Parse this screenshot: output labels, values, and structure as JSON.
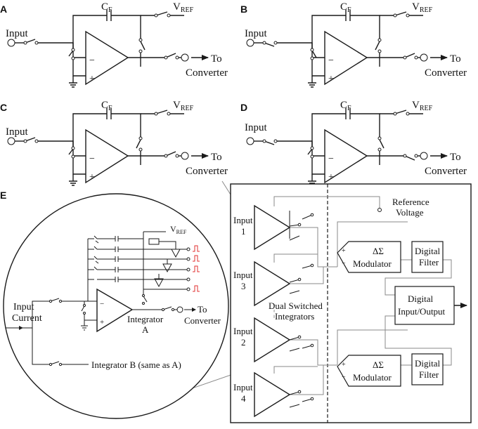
{
  "panels": [
    {
      "id": "A",
      "input": "Input",
      "cf": "C",
      "cf_sub": "F",
      "vref": "V",
      "vref_sub": "REF",
      "to": "To",
      "converter": "Converter"
    },
    {
      "id": "B",
      "input": "Input",
      "cf": "C",
      "cf_sub": "F",
      "vref": "V",
      "vref_sub": "REF",
      "to": "To",
      "converter": "Converter"
    },
    {
      "id": "C",
      "input": "Input",
      "cf": "C",
      "cf_sub": "F",
      "vref": "V",
      "vref_sub": "REF",
      "to": "To",
      "converter": "Converter"
    },
    {
      "id": "D",
      "input": "Input",
      "cf": "C",
      "cf_sub": "F",
      "vref": "V",
      "vref_sub": "REF",
      "to": "To",
      "converter": "Converter"
    }
  ],
  "panel_e": {
    "label": "E",
    "circle": {
      "input_line1": "Input",
      "input_line2": "Current",
      "vref": "V",
      "vref_sub": "REF",
      "integrator_a_line1": "Integrator",
      "integrator_a_line2": "A",
      "to": "To",
      "converter": "Converter",
      "integrator_b": "Integrator B (same as A)",
      "minus": "−",
      "plus": "+"
    },
    "block": {
      "reference_voltage_line1": "Reference",
      "reference_voltage_line2": "Voltage",
      "inputs": [
        {
          "line1": "Input",
          "line2": "1"
        },
        {
          "line1": "Input",
          "line2": "3"
        },
        {
          "line1": "Input",
          "line2": "2"
        },
        {
          "line1": "Input",
          "line2": "4"
        }
      ],
      "integrators_line1": "Dual Switched",
      "integrators_line2": "Integrators",
      "delta_sigma": "ΔΣ",
      "modulator": "Modulator",
      "digital_filter_line1": "Digital",
      "digital_filter_line2": "Filter",
      "digital_io_line1": "Digital",
      "digital_io_line2": "Input/Output",
      "plus": "+",
      "minus": "−"
    }
  },
  "colors": {
    "wire": "#1a1a1a",
    "callout": "#8a8a8a",
    "pulse": "#e03030"
  }
}
